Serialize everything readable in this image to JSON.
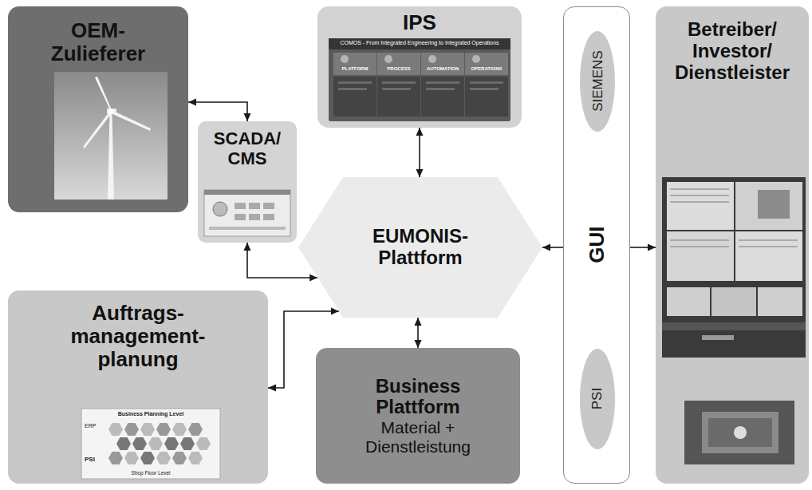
{
  "diagram": {
    "nodes": [
      {
        "text": [
          "OEM- Zulieferer"
        ]
      },
      {
        "text": [
          "IPS"
        ]
      },
      {
        "text": [
          "SCADA/ CMS"
        ]
      },
      {
        "text": [
          "EUMONIS- Plattform"
        ]
      },
      {
        "text": [
          "GUI"
        ]
      },
      {
        "text": [
          "SIEMENS"
        ],
        "in": 4
      },
      {
        "text": [
          "PSI"
        ],
        "in": 4
      },
      {
        "text": [
          "Betreiber/ Investor/ Dienstleister"
        ]
      },
      {
        "text": [
          "Auftrags- management- planung"
        ]
      },
      {
        "text": [
          "Business Plattform",
          "Material + Dienstleistung"
        ]
      }
    ],
    "edges": [
      {
        "from": 0,
        "to": 2,
        "arrow": "both"
      },
      {
        "from": 1,
        "to": 3,
        "arrow": "both"
      },
      {
        "from": 2,
        "to": 3,
        "arrow": "both"
      },
      {
        "from": 8,
        "to": 3,
        "arrow": "both"
      },
      {
        "from": 9,
        "to": 3,
        "arrow": "both"
      },
      {
        "from": 4,
        "to": 3,
        "arrow": "to"
      },
      {
        "from": 4,
        "to": 7,
        "arrow": "to"
      }
    ],
    "labels": [
      "COMOS - From Integrated Engineering to Integrated Operations",
      "PLATFORM",
      "PROCESS",
      "AUTOMATION",
      "OPERATIONS",
      "Business Planning Level",
      "ERP",
      "PSI",
      "Shop Floor Level"
    ]
  }
}
